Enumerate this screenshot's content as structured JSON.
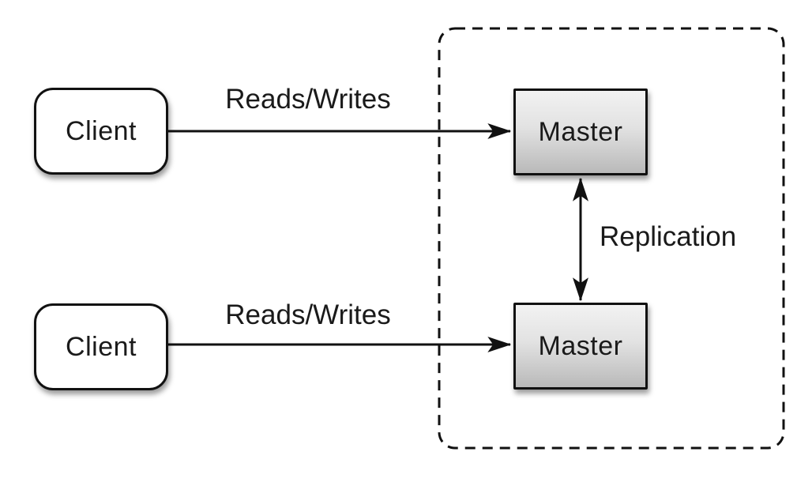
{
  "nodes": {
    "client_top": {
      "label": "Client"
    },
    "client_bottom": {
      "label": "Client"
    },
    "master_top": {
      "label": "Master"
    },
    "master_bottom": {
      "label": "Master"
    }
  },
  "edges": {
    "client_top_to_master_top": {
      "label": "Reads/Writes"
    },
    "client_bottom_to_master_bottom": {
      "label": "Reads/Writes"
    },
    "master_to_master": {
      "label": "Replication"
    }
  },
  "theme": {
    "line_color": "#111111",
    "text_color": "#1a1a1a",
    "node_border_color": "#111111",
    "client_fill": "#ffffff",
    "master_fill_top": "#f2f2f2",
    "master_fill_bottom": "#b9b9b9",
    "background": "#ffffff"
  }
}
